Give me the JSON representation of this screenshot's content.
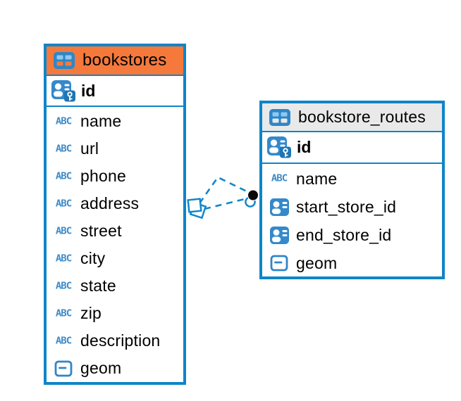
{
  "colors": {
    "blue": "#0E85C8",
    "line-blue": "#1287C9",
    "icon-blue": "#3389CB",
    "icon-blue-dark": "#1E76B4",
    "cell-light": "#8FC9EE",
    "orange-header": "#F5793B",
    "gray-header": "#E9E9E9",
    "text": "#000000"
  },
  "icons": {
    "text_label": "ABC",
    "table_icon": "table-grid-icon",
    "pk_icon": "id-badge-key-icon",
    "fk_icon": "id-badge-icon",
    "geom_icon": "square-dash-icon",
    "relation_source_marker": "overlapping-squares-icon",
    "relation_target_marker": "filled-dot-icon"
  },
  "tables": {
    "bookstores": {
      "title": "bookstores",
      "primary_key": "id",
      "fields": [
        {
          "name": "name",
          "type": "text"
        },
        {
          "name": "url",
          "type": "text"
        },
        {
          "name": "phone",
          "type": "text"
        },
        {
          "name": "address",
          "type": "text"
        },
        {
          "name": "street",
          "type": "text"
        },
        {
          "name": "city",
          "type": "text"
        },
        {
          "name": "state",
          "type": "text"
        },
        {
          "name": "zip",
          "type": "text"
        },
        {
          "name": "description",
          "type": "text"
        },
        {
          "name": "geom",
          "type": "geometry"
        }
      ]
    },
    "bookstore_routes": {
      "title": "bookstore_routes",
      "primary_key": "id",
      "fields": [
        {
          "name": "name",
          "type": "text"
        },
        {
          "name": "start_store_id",
          "type": "foreign_key"
        },
        {
          "name": "end_store_id",
          "type": "foreign_key"
        },
        {
          "name": "geom",
          "type": "geometry"
        }
      ]
    }
  },
  "relationships": [
    {
      "from": "bookstores",
      "to": "bookstore_routes",
      "style": "dashed"
    },
    {
      "from": "bookstores",
      "to": "bookstore_routes",
      "style": "dashed"
    }
  ]
}
